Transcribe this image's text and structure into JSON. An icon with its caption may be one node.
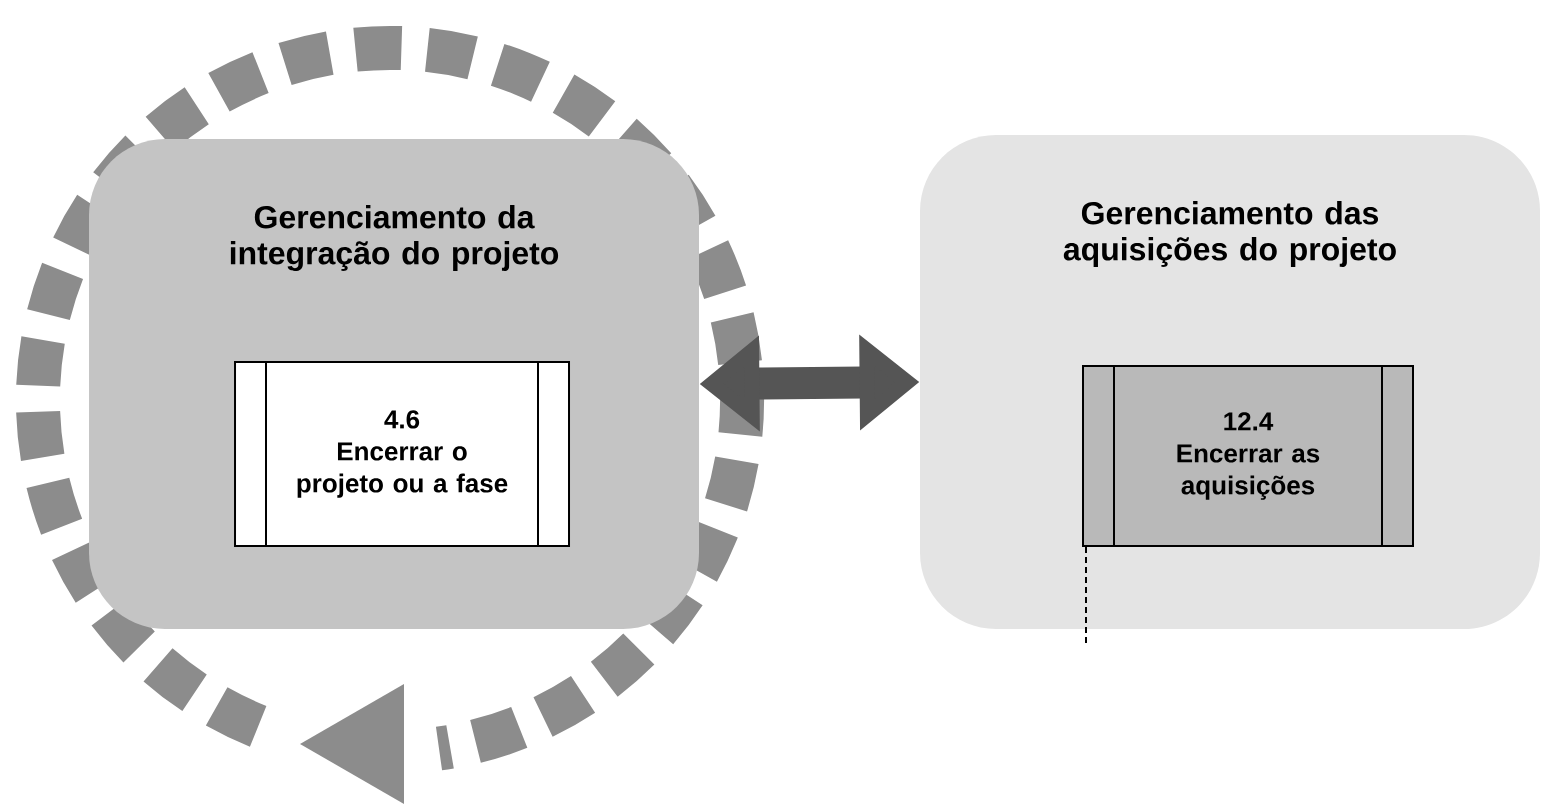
{
  "diagram": {
    "nodes": [
      {
        "text": [
          "Gerenciamento da integração do projeto"
        ]
      },
      {
        "text": [
          "4.6",
          "Encerrar o projeto ou a fase"
        ],
        "in": 0
      },
      {
        "text": [
          "Gerenciamento das aquisições do projeto"
        ]
      },
      {
        "text": [
          "12.4",
          "Encerrar as aquisições"
        ],
        "in": 2
      }
    ],
    "edges": [
      {
        "from": 0,
        "to": 2,
        "arrow": "both",
        "style": "thick",
        "color": "#555555"
      },
      {
        "from": 3,
        "to": null,
        "arrow": "none",
        "style": "dashed"
      }
    ]
  }
}
